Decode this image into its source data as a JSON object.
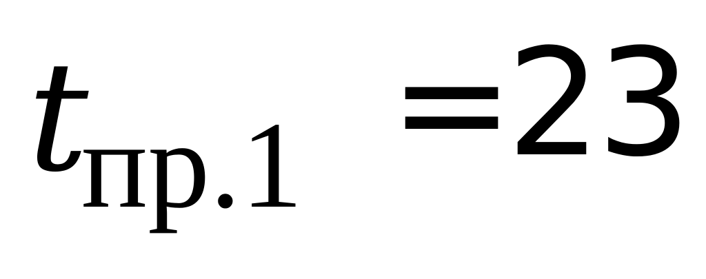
{
  "formula": {
    "variable": "t",
    "subscript": "пр.1",
    "operator": "=",
    "value": "23"
  }
}
